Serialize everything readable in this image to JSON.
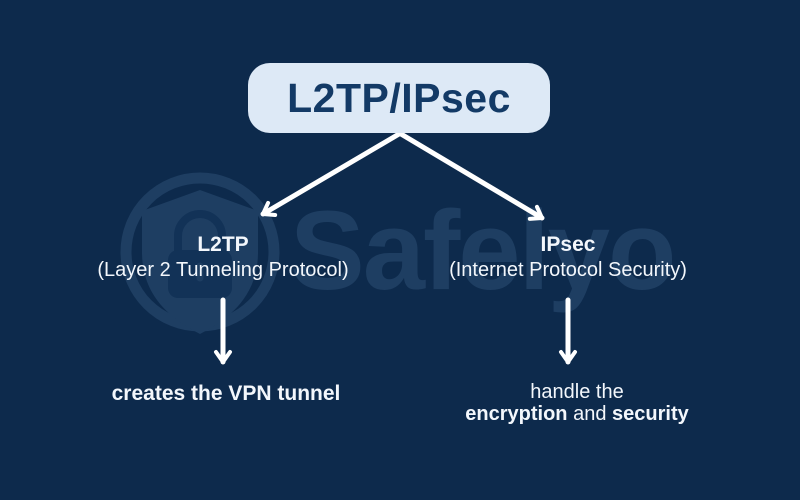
{
  "colors": {
    "background": "#0d2a4c",
    "panel": "#dde9f6",
    "panel_text": "#133a66",
    "text_light": "#f3f7fc",
    "arrow": "#ffffff",
    "watermark": "#1e3e62",
    "watermark_dark": "#123257"
  },
  "header": {
    "title": "L2TP/IPsec"
  },
  "watermark": {
    "brand": "Safelyo"
  },
  "branches": {
    "left": {
      "abbr": "L2TP",
      "full": "(Layer 2 Tunneling Protocol)",
      "role": "creates the VPN tunnel"
    },
    "right": {
      "abbr": "IPsec",
      "full": "(Internet Protocol Security)",
      "role_prefix": "handle the",
      "role_bold_1": "encryption",
      "role_connector": "and",
      "role_bold_2": "security"
    }
  }
}
